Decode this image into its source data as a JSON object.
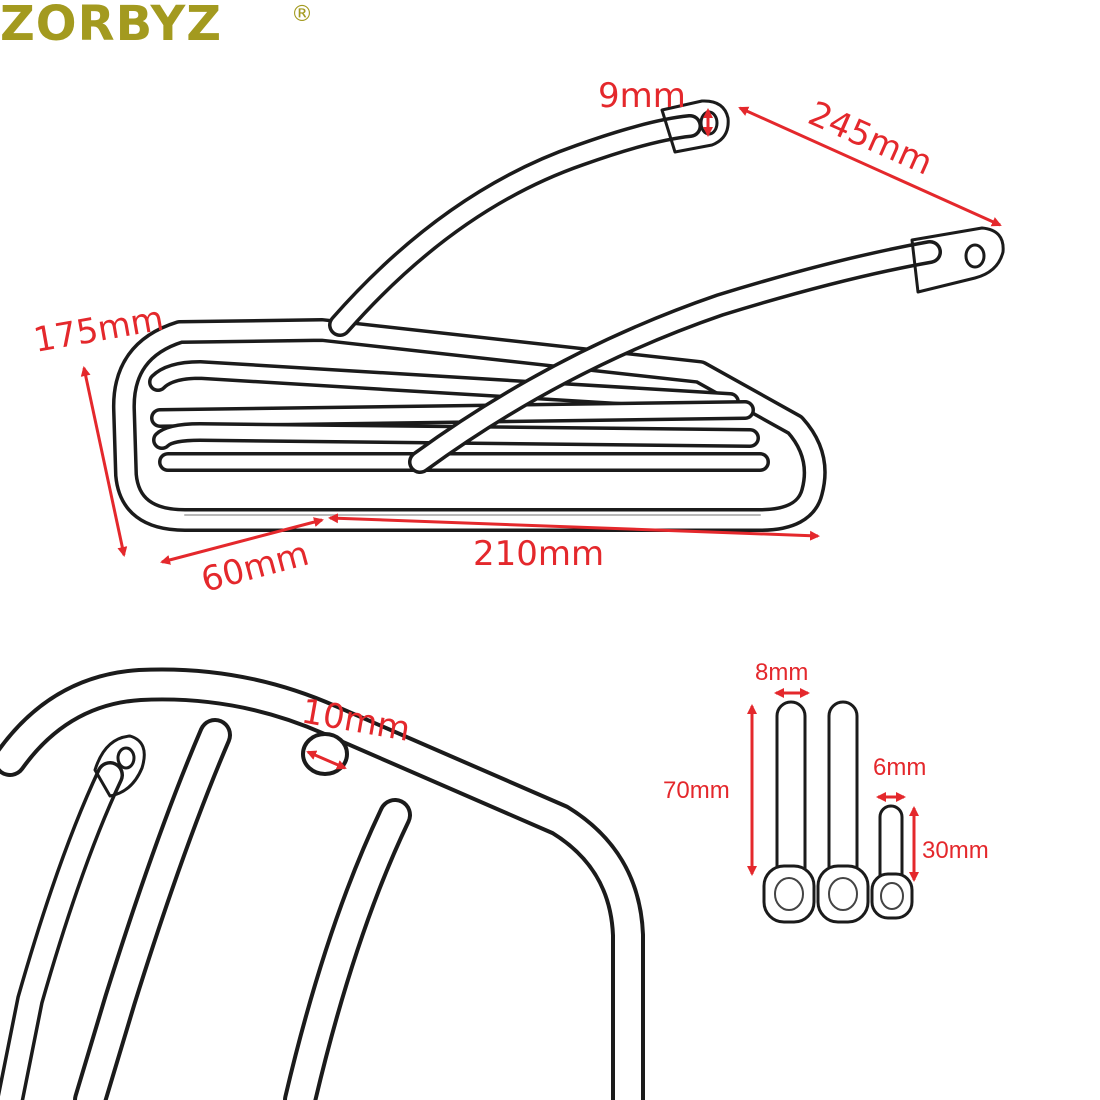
{
  "brand": {
    "name": "ZORBYZ",
    "trademark": "®",
    "color": "#a39a1f"
  },
  "accent_color": "#e4282c",
  "dimensions": {
    "bolt_hole": "9mm",
    "strut_span": "245mm",
    "height": "175mm",
    "front_width": "60mm",
    "length": "210mm",
    "mount_hole": "10mm",
    "bolt_diameter_long": "8mm",
    "bolt_length_long": "70mm",
    "bolt_diameter_short": "6mm",
    "bolt_length_short": "30mm"
  }
}
